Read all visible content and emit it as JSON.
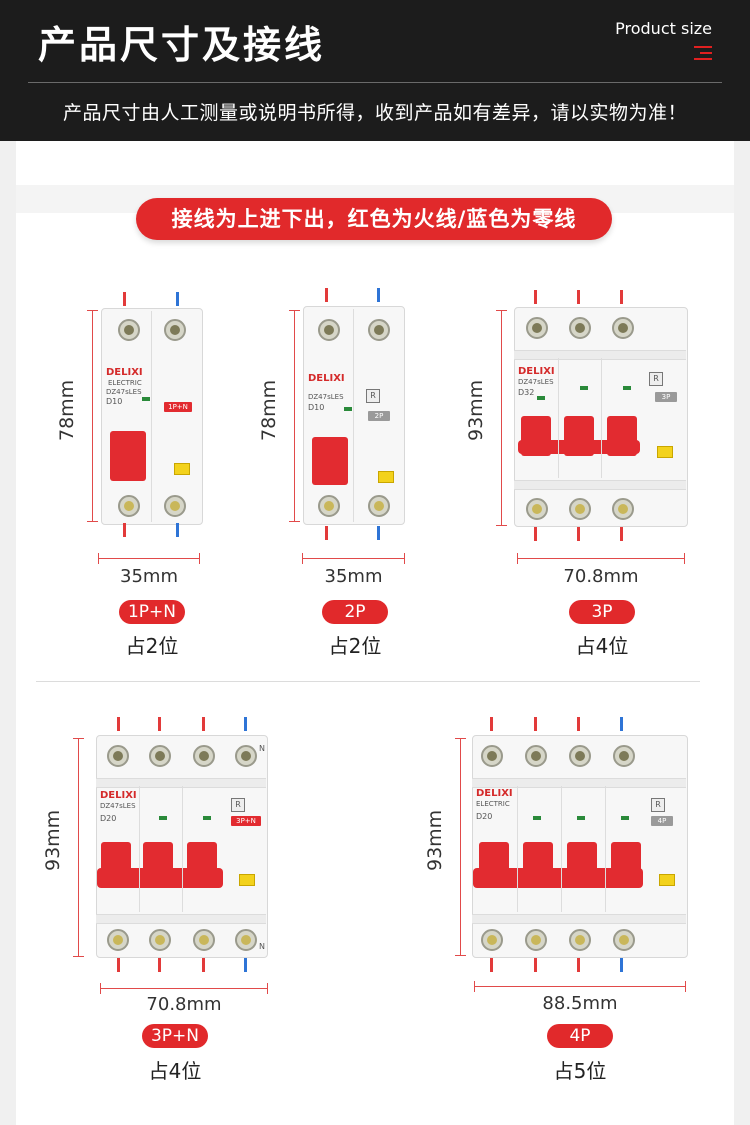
{
  "header": {
    "title": "产品尺寸及接线",
    "subtitle_en": "Product size",
    "note": "产品尺寸由人工测量或说明书所得，收到产品如有差异，请以实物为准！"
  },
  "banner": "接线为上进下出，红色为火线/蓝色为零线",
  "brand": "DELIXI",
  "brand_sub": "ELECTRIC",
  "model": "DZ47sLES",
  "products": [
    {
      "height": "78mm",
      "width": "35mm",
      "type": "1P+N",
      "slots": "占2位",
      "rating": "D10",
      "wires": [
        "red",
        "blue"
      ]
    },
    {
      "height": "78mm",
      "width": "35mm",
      "type": "2P",
      "slots": "占2位",
      "rating": "D10",
      "wires": [
        "red",
        "blue"
      ]
    },
    {
      "height": "93mm",
      "width": "70.8mm",
      "type": "3P",
      "slots": "占4位",
      "rating": "D32",
      "wires": [
        "red",
        "red",
        "red"
      ]
    },
    {
      "height": "93mm",
      "width": "70.8mm",
      "type": "3P+N",
      "slots": "占4位",
      "rating": "D20",
      "wires": [
        "red",
        "red",
        "red",
        "blue"
      ]
    },
    {
      "height": "93mm",
      "width": "88.5mm",
      "type": "4P",
      "slots": "占5位",
      "rating": "D20",
      "wires": [
        "red",
        "red",
        "red",
        "blue"
      ]
    }
  ],
  "colors": {
    "red": "#e1292b",
    "blue": "#2e74d6",
    "header_bg": "#1c1c1c"
  }
}
